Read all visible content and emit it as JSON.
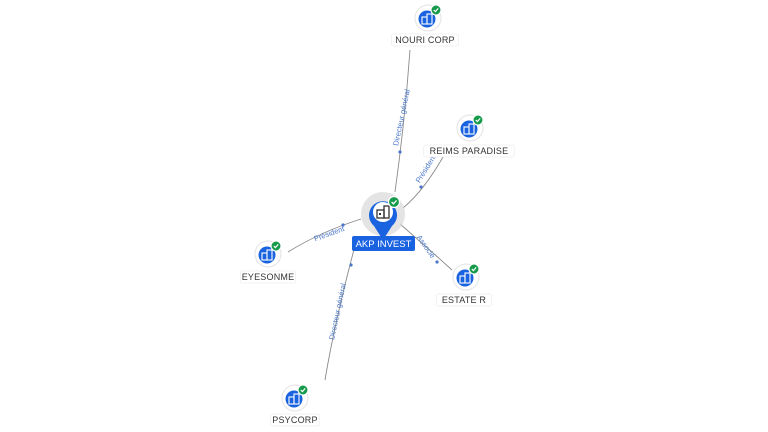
{
  "colors": {
    "edge": "#8a8a8a",
    "edge_label": "#4a77c9",
    "node_fill": "#1a63e0",
    "badge": "#169a4b",
    "center_label_bg": "#1a63e0"
  },
  "center": {
    "label": "AKP INVEST",
    "icon": "building-icon",
    "verified": true
  },
  "nodes": [
    {
      "id": "nouri",
      "label": "NOURI CORP",
      "icon": "building-icon",
      "verified": true
    },
    {
      "id": "reims",
      "label": "REIMS PARADISE",
      "icon": "building-icon",
      "verified": true
    },
    {
      "id": "eyesonme",
      "label": "EYESONME",
      "icon": "building-icon",
      "verified": true
    },
    {
      "id": "estate",
      "label": "ESTATE R",
      "icon": "building-icon",
      "verified": true
    },
    {
      "id": "psycorp",
      "label": "PSYCORP",
      "icon": "building-icon",
      "verified": true
    }
  ],
  "edges": [
    {
      "to": "nouri",
      "label": "Directeur général"
    },
    {
      "to": "reims",
      "label": "Président"
    },
    {
      "to": "eyesonme",
      "label": "Président"
    },
    {
      "to": "estate",
      "label": "Associé"
    },
    {
      "to": "psycorp",
      "label": "Directeur général"
    }
  ]
}
